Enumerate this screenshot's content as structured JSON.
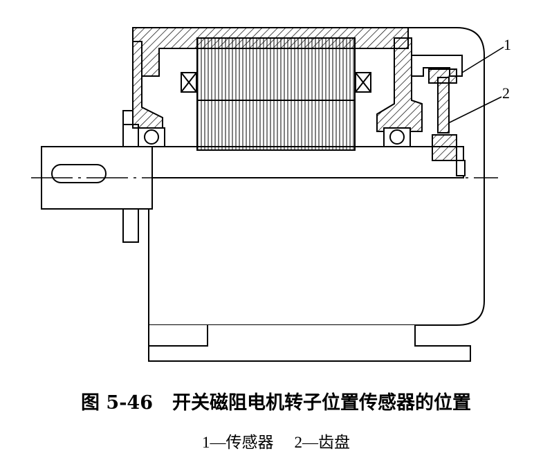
{
  "figure": {
    "callouts": [
      {
        "id": "1",
        "text": "1"
      },
      {
        "id": "2",
        "text": "2"
      }
    ]
  },
  "caption": {
    "number": "图 5-46",
    "title": "开关磁阻电机转子位置传感器的位置",
    "legend": [
      {
        "text": "1—传感器"
      },
      {
        "text": "2—齿盘"
      }
    ]
  }
}
